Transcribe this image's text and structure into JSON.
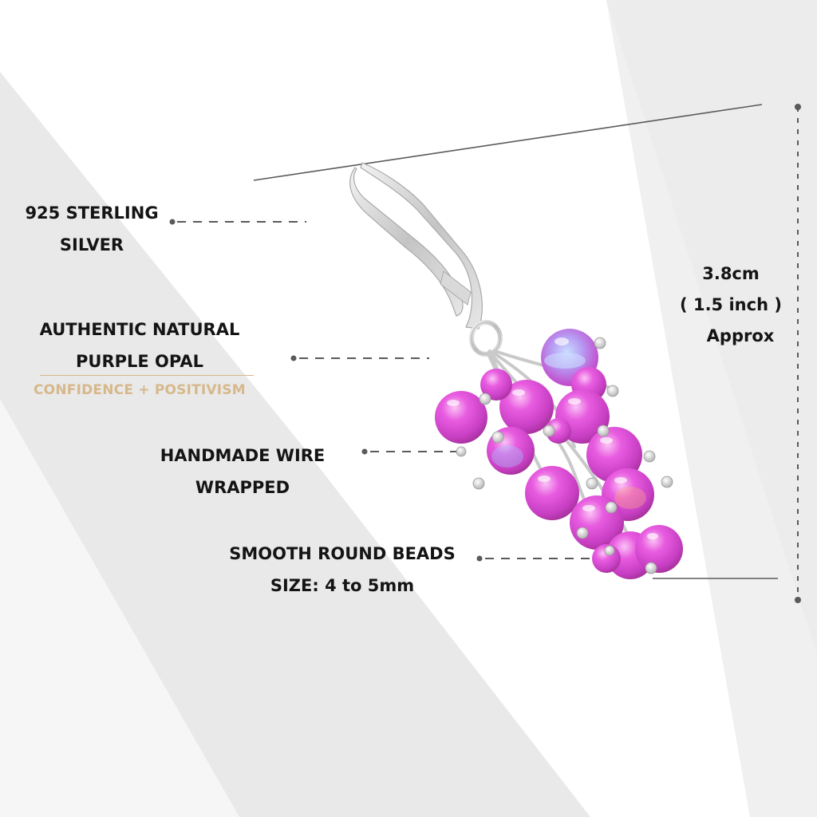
{
  "colors": {
    "background_light": "#ececec",
    "background_mid": "#e0e0e0",
    "background_white": "#ffffff",
    "text": "#141414",
    "accent_gold": "#d6b88a",
    "line_gray": "#5a5a5a",
    "opal_pink": "#e04ad6",
    "opal_highlight": "#f7a6f0",
    "opal_blue": "#9fd2ff",
    "silver": "#cfcfcf"
  },
  "labels": {
    "silver": [
      "925 STERLING",
      "SILVER"
    ],
    "opal": [
      "AUTHENTIC NATURAL",
      "PURPLE OPAL"
    ],
    "opal_tagline": "CONFIDENCE + POSITIVISM",
    "wire": [
      "HANDMADE WIRE",
      "WRAPPED"
    ],
    "beads": [
      "SMOOTH ROUND BEADS",
      "SIZE: 4 to 5mm"
    ]
  },
  "measurement": {
    "value": "3.8cm",
    "inches": "( 1.5 inch )",
    "note": "Approx"
  },
  "product": {
    "icon": "opal-cluster-earring",
    "bead_count": 16
  }
}
